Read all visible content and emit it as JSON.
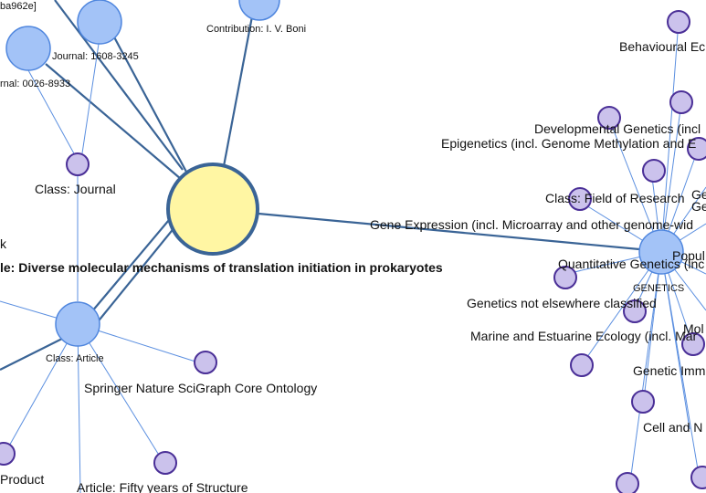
{
  "labels": {
    "journal_id_a": "Journal: 1608-3245",
    "journal_id_b": "rnal: 0026-8933",
    "hash_fragment": "ba962e]",
    "contribution": "Contribution: I. V. Boni",
    "class_journal": "Class: Journal",
    "k_fragment": "k",
    "article_title": "le: Diverse molecular mechanisms of translation initiation in prokaryotes",
    "class_article": "Class: Article",
    "ontology": "Springer Nature SciGraph Core Ontology",
    "product": "Product",
    "article_fifty": "Article: Fifty years of Structure",
    "behavioural": "Behavioural Ec",
    "developmental": "Developmental Genetics (incl",
    "epigenetics": "Epigenetics (incl. Genome Methylation and E",
    "class_field": "Class: Field of Research",
    "ge_a": "Ge",
    "ge_b": "Ge",
    "gene_expression": "Gene Expression (incl. Microarray and other genome-wid",
    "popul": "Popul",
    "quantitative": "Quantitative Genetics (inc",
    "genetics": "GENETICS",
    "genetics_nec": "Genetics not elsewhere classified",
    "marine": "Marine and Estuarine Ecology (incl. Mar",
    "mol": "Mol",
    "genetic_imm": "Genetic Imm",
    "cell_and": "Cell and N"
  }
}
